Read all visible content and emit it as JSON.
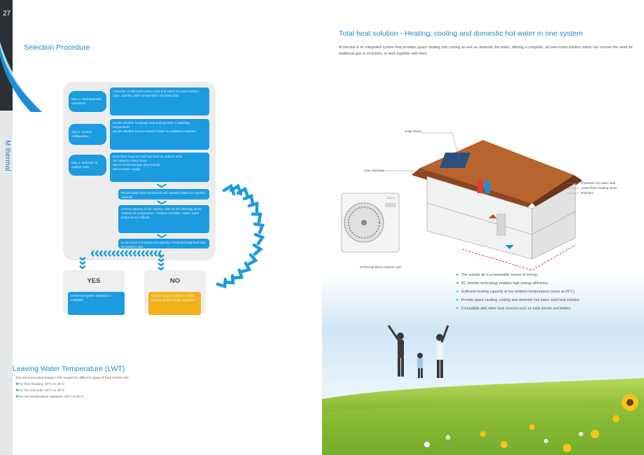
{
  "page": {
    "number": "27",
    "side_title": "M thermal"
  },
  "left": {
    "selection_title": "Selection Procedure",
    "flow": {
      "steps": [
        {
          "label": "Step 1: Total heat load calculation",
          "desc": "Calculate conditioned surface area and select the heat emitters (type, quantity, water temperature and heat load)"
        },
        {
          "label": "Step 2: System configuration",
          "desc": "Decide whether to include AHS and set AHS' s switching temperature\nDecide whether backup electric heater is enabled or disabled"
        },
        {
          "label": "Step 3: Selection of outdoor units",
          "desc": "Determine required total heat load on outdoor units\nSet capacity safety factor\nSelect M thermal type (Mono/Split)\nSelect power supply"
        }
      ],
      "provisional": "Provisionally select M thermal unit capacity based on nominal capacity",
      "correct": "Correct capacity of the outdoor units for the following items:\nOutdoor air temperature / Outdoor humidity / Water outlet temperature/ Altitude",
      "question": "Is corrected M thermal unit capacity ≥ Required total heat load on outdoor units",
      "yes_label": "YES",
      "no_label": "NO",
      "yes_text": "M thermal system selection is complete",
      "no_text": "Select a larger model or enable backup electric heater operation"
    },
    "lwt": {
      "title": "Leaving Water Temperature (LWT)",
      "intro": "The recommended design LTW ranges for different types of heat emitter are:",
      "items": [
        "For floor heating: 30°C to 35°C",
        "For fan coil units: 40°C to 45°C",
        "For low temperature radiators: 40°C to 50°C"
      ]
    }
  },
  "right": {
    "title": "Total heat solution - Heating, cooling and domestic hot water in one system",
    "paragraph": "M thermal is an integrated system that provides space heating and cooling as well as domestic hot water, offering a complete, all-year-round solution which can remove the need for traditional gas or oil boilers, or work together with them.",
    "labels": {
      "solar_panel": "Solar Panel",
      "user_interface": "User interface",
      "dhw_tank": "Domestic hot water tank",
      "floor_loops": "Under-floor heating loops",
      "radiator": "Radiator",
      "outdoor_unit": "M thermal  Mono outdoor unit",
      "brand": "Midea"
    },
    "bullets": [
      "The outside air is a renewable source of energy",
      "DC inverter technology enables high energy efficiency",
      "Sufficient heating capacity at low ambient temperatures (even at-25°C)",
      "Provide space heating, cooling and domestic hot water, total heat solution",
      "Compatible with other heat sources such as solar panels and boilers"
    ]
  },
  "colors": {
    "accent": "#1e8ad0",
    "box": "#1b9be0",
    "no_box": "#f3b21b",
    "dark": "#2b2f36"
  }
}
